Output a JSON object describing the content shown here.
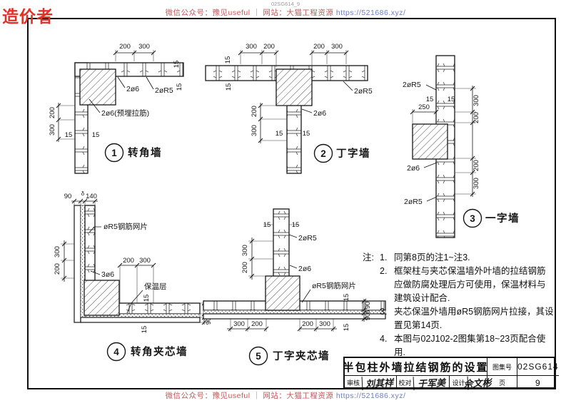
{
  "brand": {
    "logo": "造价者",
    "doc_ref": "02SG614_9",
    "promo_text": "微信公众号：豫见useful ｜ 网站：大猫工程资源",
    "promo_url": "https://521686.xyz/"
  },
  "common": {
    "d15": "15"
  },
  "diagrams": {
    "d1": {
      "num": "1",
      "caption": "转角墙",
      "dim200": "200",
      "dim300": "300",
      "label_2d6": "2ø6",
      "label_2dr5": "2øR5",
      "label_embed": "2ø6(预埋拉筋)"
    },
    "d2": {
      "num": "2",
      "caption": "丁字墙",
      "dim200": "200",
      "dim300": "300",
      "label_2d6": "2ø6",
      "label_2dr5": "2øR5"
    },
    "d3": {
      "num": "3",
      "caption": "一字墙",
      "dim200": "200",
      "dim300": "300",
      "dim250": "250",
      "label_2d6": "2ø6",
      "label_2dr5": "2øR5"
    },
    "d4": {
      "num": "4",
      "caption": "转角夹芯墙",
      "dim90": "90",
      "dim140": "140",
      "delta": "δ",
      "dim200": "200",
      "dim300": "300",
      "label_mesh": "øR5钢筋网片",
      "label_3d6": "3ø6",
      "label_insul": "保温层"
    },
    "d5": {
      "num": "5",
      "caption": "丁字夹芯墙",
      "dim90": "90",
      "delta": "δ",
      "dim200": "200",
      "dim300": "300",
      "label_mesh": "øR5钢筋网片",
      "label_2d6": "2ø6",
      "label_2dr5": "2øR5"
    }
  },
  "notes": {
    "prefix": "注:",
    "items": [
      {
        "no": "1.",
        "text": "同第8页的注1~注3."
      },
      {
        "no": "2.",
        "text": "框架柱与夹芯保温墙外叶墙的拉结钢筋应做防腐处理后方可使用，保温材料与建筑设计配合."
      },
      {
        "no": "3.",
        "text": "夹芯保温外墙用øR5钢筋网片拉接，其设置见第14页."
      },
      {
        "no": "4.",
        "text": "本图与02J102-2图集第18~23页配合使用."
      }
    ]
  },
  "titleblock": {
    "title": "半包柱外墙拉结钢筋的设置",
    "atlas_label": "图集号",
    "atlas_no": "02SG614",
    "page_label": "页",
    "page_no": "9",
    "reviewer_label": "审核",
    "reviewer_sig": "刘其祥",
    "checker_label": "校对",
    "checker_sig": "于军美",
    "designer_label": "设计",
    "designer_sig": "佘文彬"
  }
}
